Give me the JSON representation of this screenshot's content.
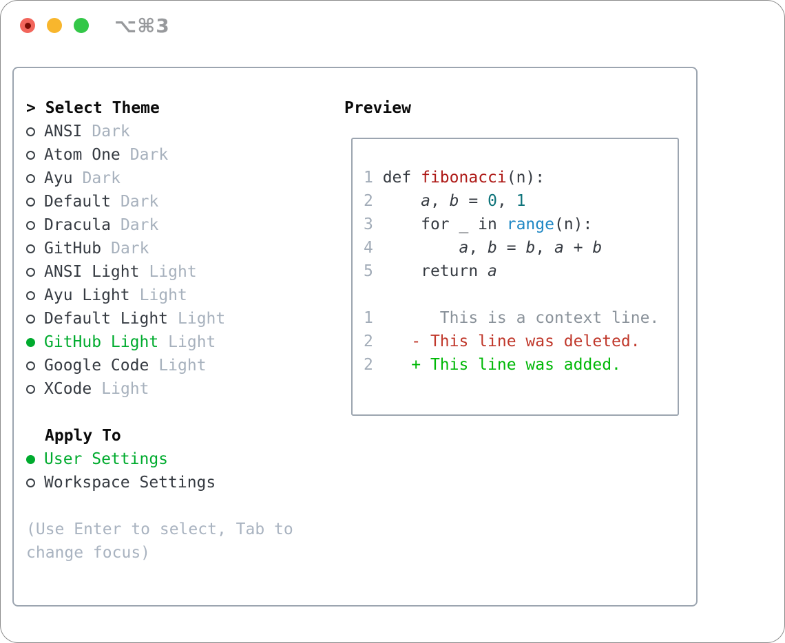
{
  "window": {
    "shortcut": "⌥⌘3",
    "traffic_lights": [
      "close",
      "minimize",
      "zoom"
    ]
  },
  "theme_list": {
    "prompt": ">",
    "title": "Select Theme",
    "items": [
      {
        "name": "ANSI",
        "variant": "Dark",
        "selected": false
      },
      {
        "name": "Atom One",
        "variant": "Dark",
        "selected": false
      },
      {
        "name": "Ayu",
        "variant": "Dark",
        "selected": false
      },
      {
        "name": "Default",
        "variant": "Dark",
        "selected": false
      },
      {
        "name": "Dracula",
        "variant": "Dark",
        "selected": false
      },
      {
        "name": "GitHub",
        "variant": "Dark",
        "selected": false
      },
      {
        "name": "ANSI Light",
        "variant": "Light",
        "selected": false
      },
      {
        "name": "Ayu Light",
        "variant": "Light",
        "selected": false
      },
      {
        "name": "Default Light",
        "variant": "Light",
        "selected": false
      },
      {
        "name": "GitHub Light",
        "variant": "Light",
        "selected": true
      },
      {
        "name": "Google Code",
        "variant": "Light",
        "selected": false
      },
      {
        "name": "XCode",
        "variant": "Light",
        "selected": false
      }
    ]
  },
  "preview": {
    "title": "Preview",
    "lines": [
      {
        "tokens": [
          {
            "t": "1",
            "c": "num"
          },
          {
            "t": " def ",
            "c": "fg"
          },
          {
            "t": "fibonacci",
            "c": "red"
          },
          {
            "t": "(n):",
            "c": "fg"
          }
        ]
      },
      {
        "tokens": [
          {
            "t": "2",
            "c": "num"
          },
          {
            "t": "     ",
            "c": "fg"
          },
          {
            "t": "a",
            "c": "var"
          },
          {
            "t": ", ",
            "c": "fg"
          },
          {
            "t": "b",
            "c": "var"
          },
          {
            "t": " = ",
            "c": "fg"
          },
          {
            "t": "0",
            "c": "teal"
          },
          {
            "t": ", ",
            "c": "fg"
          },
          {
            "t": "1",
            "c": "teal"
          }
        ]
      },
      {
        "tokens": [
          {
            "t": "3",
            "c": "num"
          },
          {
            "t": "     for _ in ",
            "c": "fg"
          },
          {
            "t": "range",
            "c": "blue"
          },
          {
            "t": "(n):",
            "c": "fg"
          }
        ]
      },
      {
        "tokens": [
          {
            "t": "4",
            "c": "num"
          },
          {
            "t": "         ",
            "c": "fg"
          },
          {
            "t": "a",
            "c": "var"
          },
          {
            "t": ", ",
            "c": "fg"
          },
          {
            "t": "b",
            "c": "var"
          },
          {
            "t": " = ",
            "c": "fg"
          },
          {
            "t": "b",
            "c": "var"
          },
          {
            "t": ", ",
            "c": "fg"
          },
          {
            "t": "a",
            "c": "var"
          },
          {
            "t": " + ",
            "c": "fg"
          },
          {
            "t": "b",
            "c": "var"
          }
        ]
      },
      {
        "tokens": [
          {
            "t": "5",
            "c": "num"
          },
          {
            "t": "     return ",
            "c": "fg"
          },
          {
            "t": "a",
            "c": "var"
          }
        ]
      },
      {
        "tokens": []
      },
      {
        "tokens": [
          {
            "t": "1",
            "c": "num"
          },
          {
            "t": "       This is a context line.",
            "c": "ctx"
          }
        ]
      },
      {
        "tokens": [
          {
            "t": "2",
            "c": "num"
          },
          {
            "t": "    ",
            "c": "fg"
          },
          {
            "t": "- This line was deleted.",
            "c": "del"
          }
        ]
      },
      {
        "tokens": [
          {
            "t": "2",
            "c": "num"
          },
          {
            "t": "    ",
            "c": "fg"
          },
          {
            "t": "+ This line was added.",
            "c": "add"
          }
        ]
      }
    ]
  },
  "apply_to": {
    "title": "Apply To",
    "items": [
      {
        "label": "User Settings",
        "selected": true
      },
      {
        "label": "Workspace Settings",
        "selected": false
      }
    ]
  },
  "hint": "(Use Enter to select, Tab to change focus)",
  "colors": {
    "border": "#9ca5b0",
    "fg": "#363b42",
    "muted": "#a7b1bd",
    "hint": "#a9b3c0",
    "gutter": "#a2acb8",
    "green_selected": "#00ab2e",
    "added_green": "#00b807",
    "deleted_red": "#c0382b",
    "context_gray": "#8a929a",
    "syntax_red": "#ae1a17",
    "syntax_teal": "#0d737a",
    "syntax_blue": "#1f87c4",
    "traffic_red": "#f2655b",
    "traffic_red_dot": "#7a0c03",
    "traffic_yellow": "#f8b62d",
    "traffic_green": "#33c748"
  }
}
